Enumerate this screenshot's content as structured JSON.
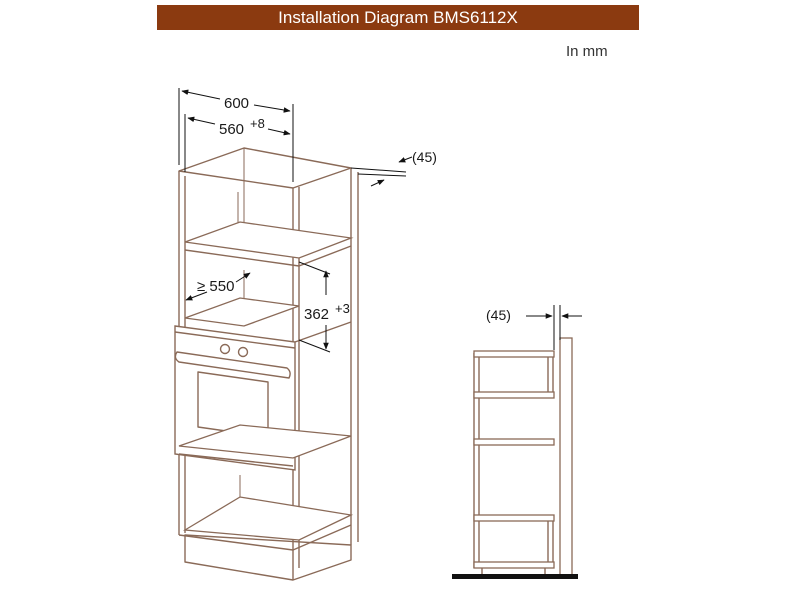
{
  "header": {
    "title": "Installation Diagram BMS6112X"
  },
  "units_note": "In mm",
  "dimensions": {
    "overall_width": "600",
    "inner_width": "560",
    "inner_width_tolerance": "+8",
    "depth": "≥ 550",
    "niche_height": "362",
    "niche_height_tolerance": "+3",
    "rear_gap_main": "(45)",
    "rear_gap_side": "(45)"
  },
  "colors": {
    "title_bar": "#8b3a10",
    "cabinet_line": "#8a6a58",
    "dimension_line": "#111111"
  }
}
